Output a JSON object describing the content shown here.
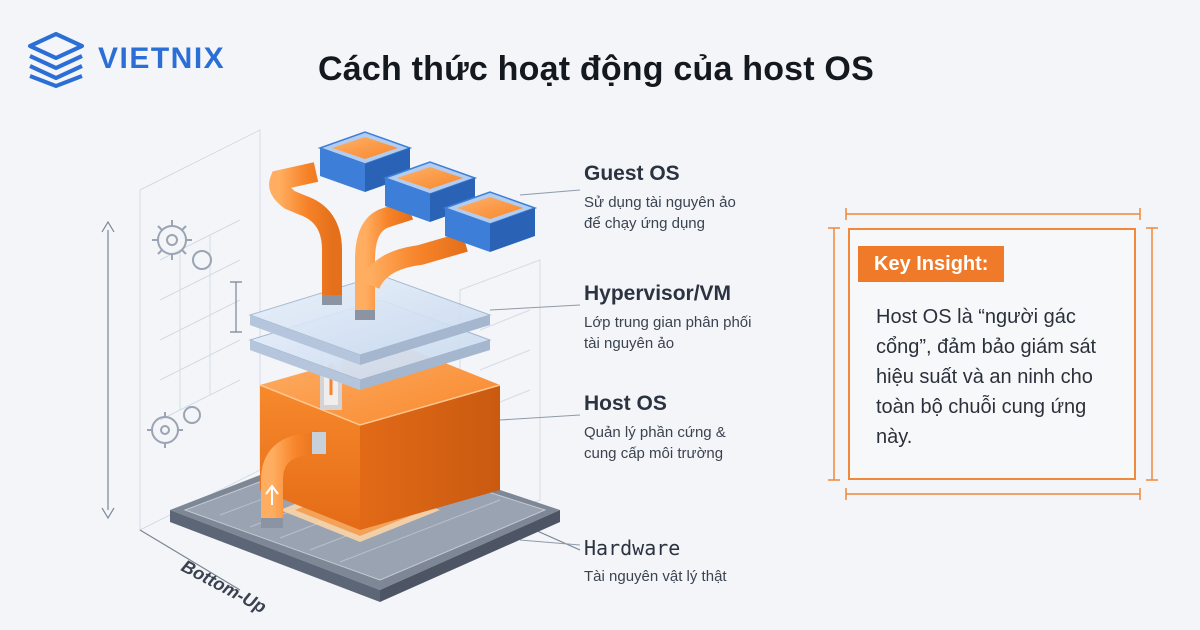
{
  "brand": {
    "name": "VIETNIX"
  },
  "title": "Cách thức hoạt động của host OS",
  "layers": [
    {
      "title": "Guest OS",
      "desc_line1": "Sử dụng tài nguyên ảo",
      "desc_line2": "để chạy ứng dụng"
    },
    {
      "title": "Hypervisor/VM",
      "desc_line1": "Lớp trung gian phân phối",
      "desc_line2": "tài nguyên ảo"
    },
    {
      "title": "Host OS",
      "desc_line1": "Quản lý phần cứng &",
      "desc_line2": "cung cấp môi trường"
    },
    {
      "title": "Hardware",
      "desc_line1": "Tài nguyên vật lý thật",
      "desc_line2": ""
    }
  ],
  "direction_label": "Bottom-Up",
  "insight": {
    "header": "Key Insight:",
    "body": "Host OS là “người gác cổng”, đảm bảo giám sát hiệu suất và an ninh cho toàn bộ chuỗi cung ứng này."
  },
  "colors": {
    "accent": "#ee7a2a",
    "brand": "#2b6fd6",
    "host_os": "#f78a2e",
    "guest_os_frame": "#3d7fd8"
  },
  "icons": [
    "layers-logo-icon",
    "gear-icon",
    "arrow-up-icon",
    "pipe-arrow-icon",
    "chip-icon"
  ]
}
